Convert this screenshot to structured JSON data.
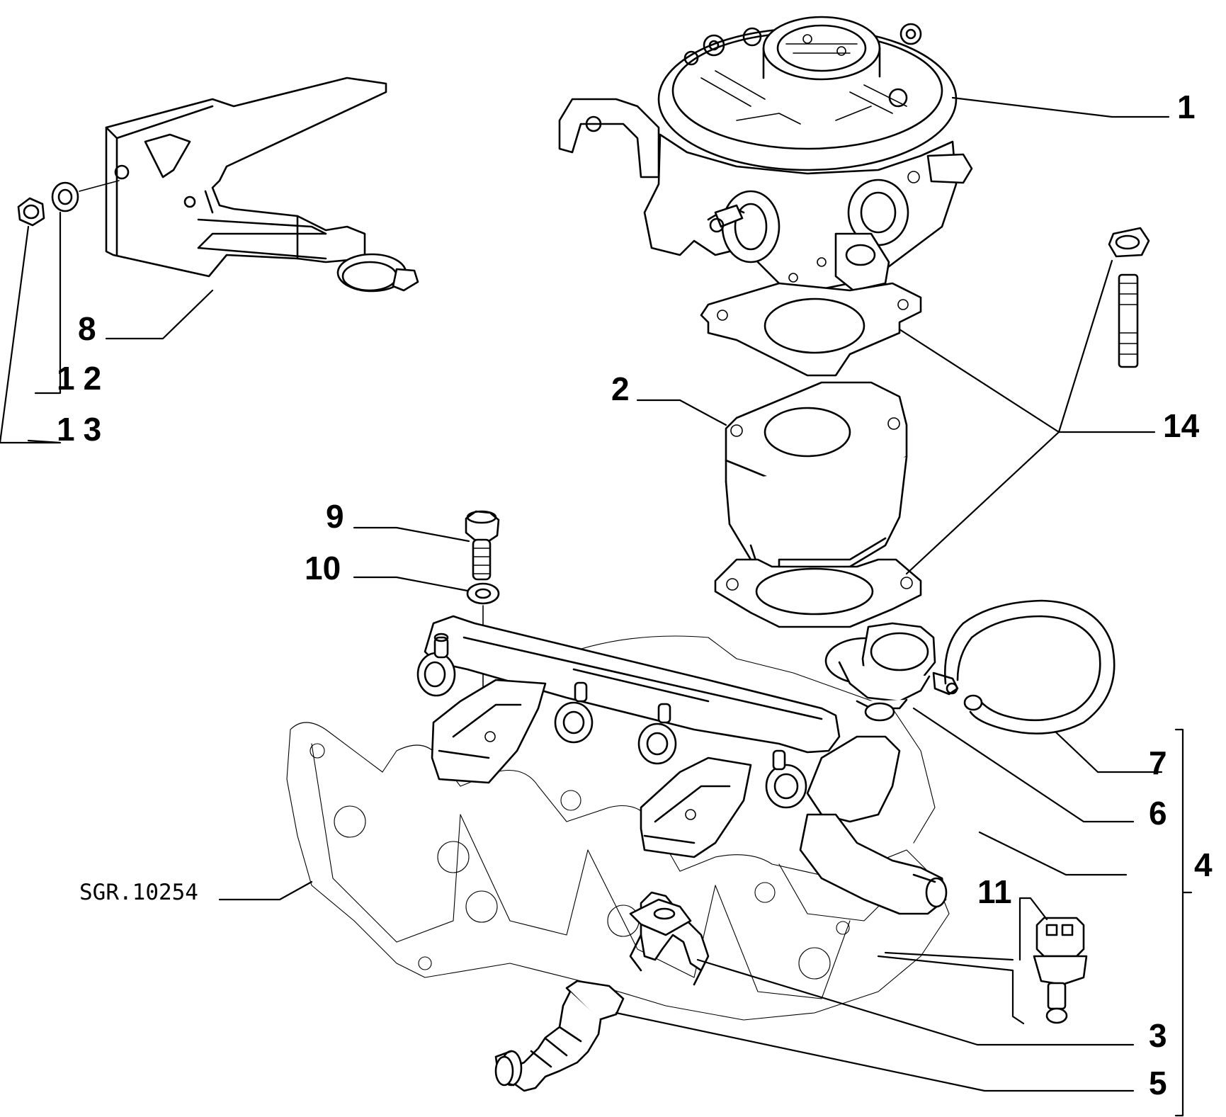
{
  "diagram": {
    "reference_code": "SGR.10254",
    "callouts": [
      {
        "id": "c1",
        "label": "1"
      },
      {
        "id": "c2",
        "label": "2"
      },
      {
        "id": "c3",
        "label": "3"
      },
      {
        "id": "c4",
        "label": "4"
      },
      {
        "id": "c5",
        "label": "5"
      },
      {
        "id": "c6",
        "label": "6"
      },
      {
        "id": "c7",
        "label": "7"
      },
      {
        "id": "c8",
        "label": "8"
      },
      {
        "id": "c9",
        "label": "9"
      },
      {
        "id": "c10",
        "label": "10"
      },
      {
        "id": "c11",
        "label": "11"
      },
      {
        "id": "c12",
        "label": "12"
      },
      {
        "id": "c13",
        "label": "13"
      },
      {
        "id": "c14",
        "label": "14"
      }
    ]
  }
}
